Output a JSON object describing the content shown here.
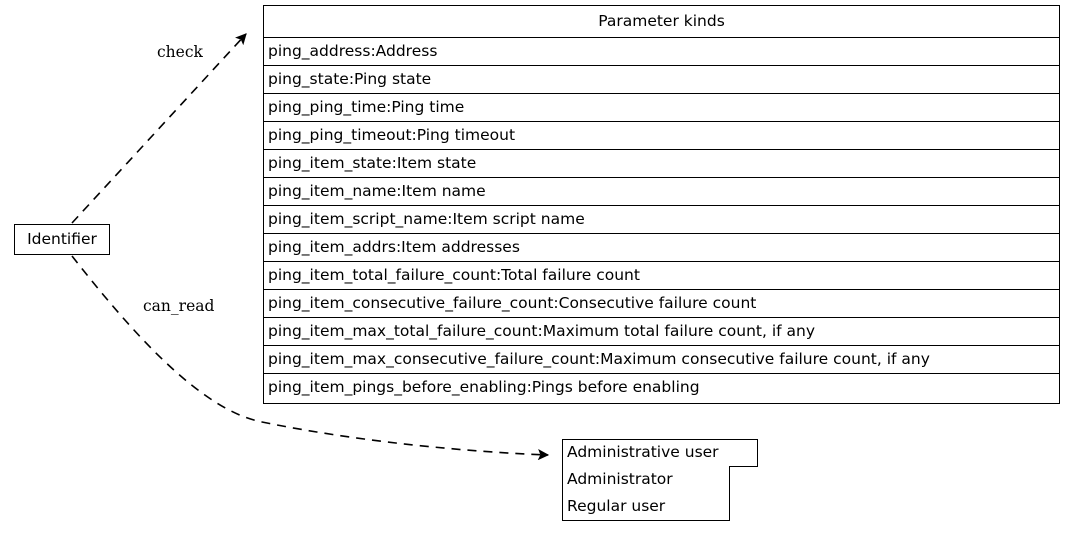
{
  "diagram": {
    "type": "graphviz-record-digraph",
    "background_color": "#ffffff",
    "line_color": "#000000",
    "text_color": "#000000"
  },
  "nodes": {
    "identifier": {
      "label": "Identifier",
      "shape": "box"
    },
    "parameter_kinds": {
      "header": "Parameter kinds",
      "shape": "record",
      "rows": [
        "ping_address:Address",
        "ping_state:Ping state",
        "ping_ping_time:Ping time",
        "ping_ping_timeout:Ping timeout",
        "ping_item_state:Item state",
        "ping_item_name:Item name",
        "ping_item_script_name:Item script name",
        "ping_item_addrs:Item addresses",
        "ping_item_total_failure_count:Total failure count",
        "ping_item_consecutive_failure_count:Consecutive failure count",
        "ping_item_max_total_failure_count:Maximum total failure count, if any",
        "ping_item_max_consecutive_failure_count:Maximum consecutive failure count, if any",
        "ping_item_pings_before_enabling:Pings before enabling"
      ]
    },
    "administrative_user": {
      "header": "Administrative user",
      "shape": "record",
      "rows": [
        "Administrator",
        "Regular user"
      ]
    }
  },
  "edges": [
    {
      "id": "check",
      "label": "check",
      "from": "identifier",
      "to": "parameter_kinds",
      "style": "dashed",
      "arrowhead": "normal"
    },
    {
      "id": "can_read",
      "label": "can_read",
      "from": "identifier",
      "to": "administrative_user",
      "style": "dashed",
      "arrowhead": "normal"
    }
  ]
}
